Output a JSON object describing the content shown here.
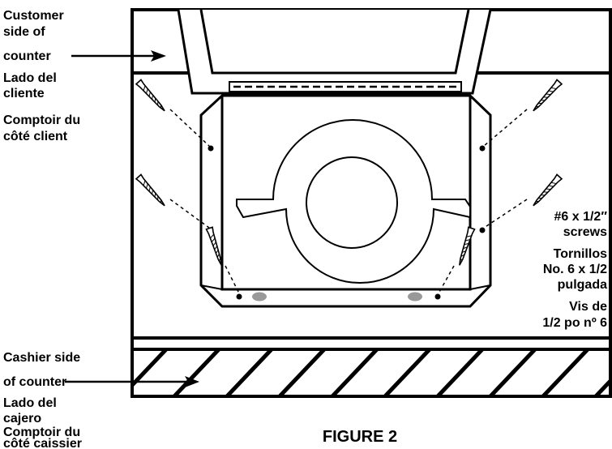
{
  "labels": {
    "customer_en_1": "Customer",
    "customer_en_2": "side of",
    "customer_en_3": "counter",
    "customer_es_1": "Lado del",
    "customer_es_2": "cliente",
    "customer_fr_1": "Comptoir du",
    "customer_fr_2": "côté client",
    "cashier_en_1": "Cashier side",
    "cashier_en_2": "of counter",
    "cashier_es_1": "Lado del",
    "cashier_es_2": "cajero",
    "cashier_fr_1": "Comptoir du",
    "cashier_fr_2": "côté caissier",
    "screws_en_1": "#6 x 1/2″",
    "screws_en_2": "screws",
    "screws_es_1": "Tornillos",
    "screws_es_2": "No. 6 x 1/2",
    "screws_es_3": "pulgada",
    "screws_fr_1": "Vis de",
    "screws_fr_2": "1/2 po nº 6"
  },
  "figure_caption": "FIGURE 2",
  "colors": {
    "line": "#000000",
    "hole": "#999999",
    "background": "#ffffff"
  }
}
